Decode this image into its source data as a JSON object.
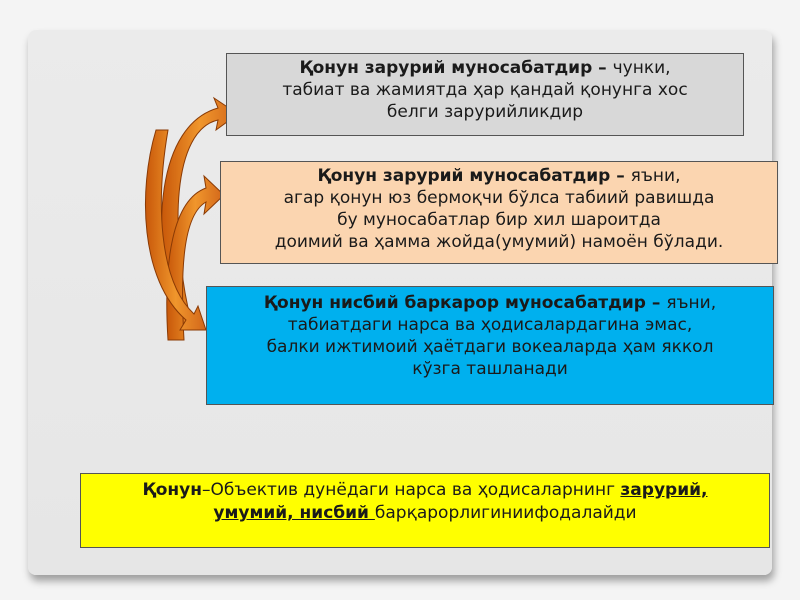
{
  "box1": {
    "bold": "Қонун зарурий муносабатдир – ",
    "lines": [
      "чунки,",
      "табиат ва жамиятда ҳар қандай қонунга хос",
      "белги зарурийликдир"
    ]
  },
  "box2": {
    "bold": "Қонун зарурий муносабатдир – ",
    "lines": [
      "яъни,",
      "агар қонун юз бермоқчи бўлса табиий равишда",
      "бу муносабатлар бир хил шароитда",
      "доимий ва ҳамма жойда(умумий) намоён бўлади."
    ]
  },
  "box3": {
    "bold": "Қонун нисбий баркарор муносабатдир – ",
    "lines": [
      "яъни,",
      "табиатдаги нарса ва ҳодисалардагина эмас,",
      "балки ижтимоий ҳаётдаги вокеаларда ҳам яккол",
      "кўзга ташланади"
    ]
  },
  "box4": {
    "term": "Қонун",
    "text1": "–Объектив дунёдаги нарса ва ҳодисаларнинг ",
    "underline1": "зарурий, ",
    "underline2": "умумий, нисбий ",
    "text2": "барқарорлигиниифодалайди"
  },
  "colors": {
    "box1": "#d8d8d8",
    "box2": "#fbd5b0",
    "box3": "#00b0ee",
    "box4": "#ffff00",
    "arrow": "#e8821e"
  }
}
